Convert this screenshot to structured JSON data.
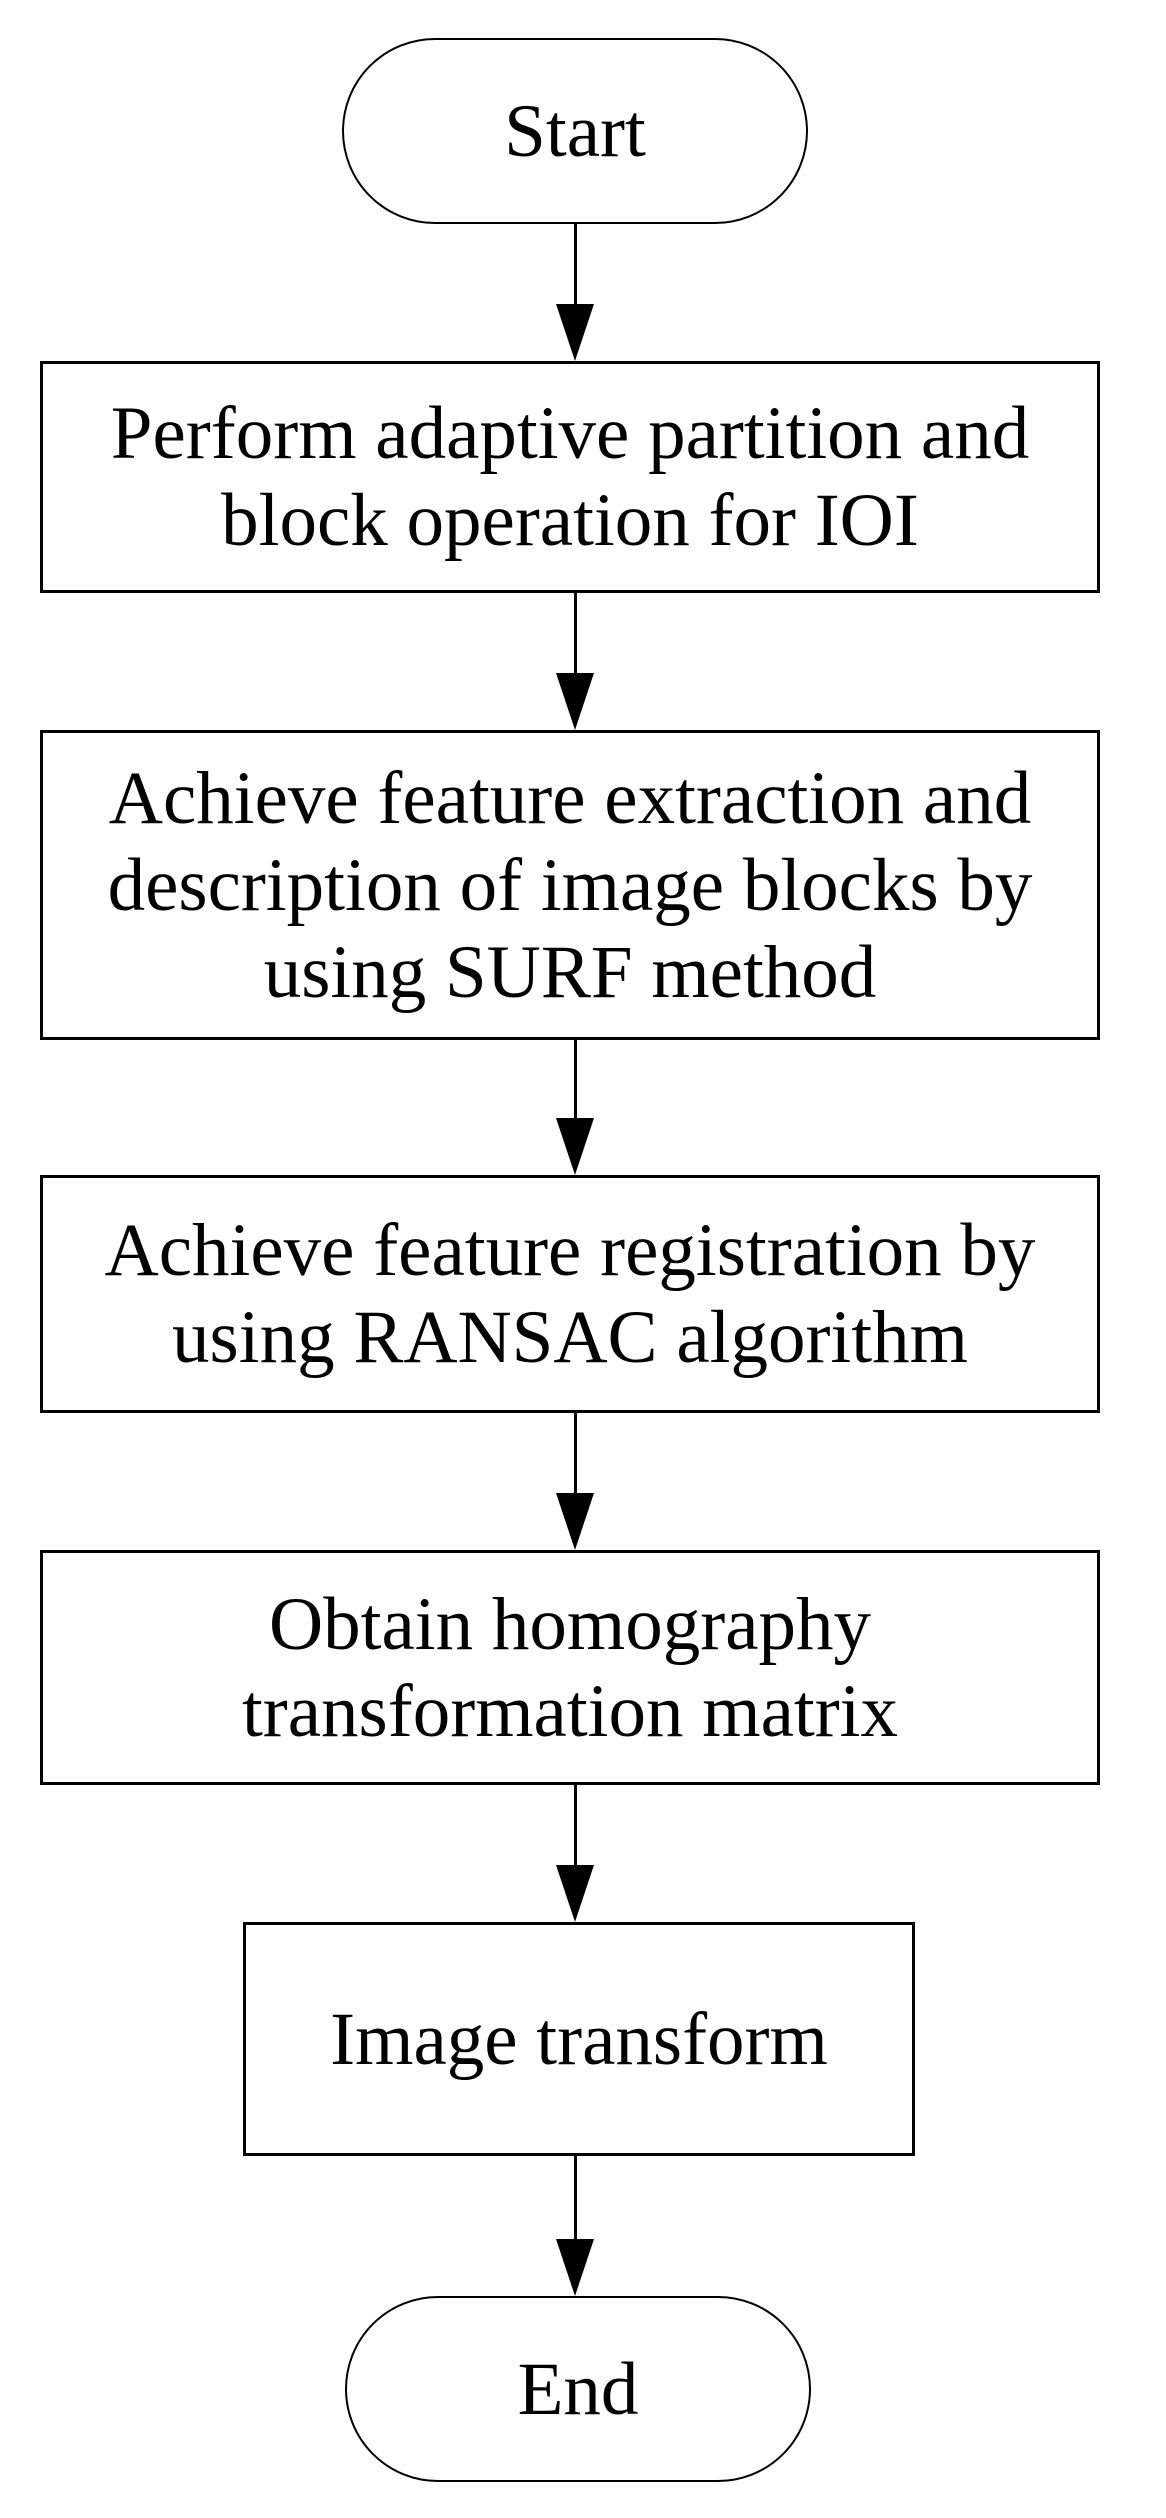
{
  "flowchart": {
    "background_color": "#ffffff",
    "stroke_color": "#000000",
    "text_color": "#000000",
    "nodes": [
      {
        "id": "start",
        "type": "terminator",
        "label": "Start"
      },
      {
        "id": "step-1",
        "type": "process",
        "label": "Perform adaptive partition and\nblock operation for IOI"
      },
      {
        "id": "step-2",
        "type": "process",
        "label": "Achieve feature extraction and\ndescription of image blocks by\nusing SURF method"
      },
      {
        "id": "step-3",
        "type": "process",
        "label": "Achieve feature registration by\nusing RANSAC algorithm"
      },
      {
        "id": "step-4",
        "type": "process",
        "label": "Obtain homography\ntransformation matrix"
      },
      {
        "id": "step-5",
        "type": "process",
        "label": "Image transform"
      },
      {
        "id": "end",
        "type": "terminator",
        "label": "End"
      }
    ],
    "edges": [
      {
        "from": "start",
        "to": "step-1"
      },
      {
        "from": "step-1",
        "to": "step-2"
      },
      {
        "from": "step-2",
        "to": "step-3"
      },
      {
        "from": "step-3",
        "to": "step-4"
      },
      {
        "from": "step-4",
        "to": "step-5"
      },
      {
        "from": "step-5",
        "to": "end"
      }
    ]
  }
}
